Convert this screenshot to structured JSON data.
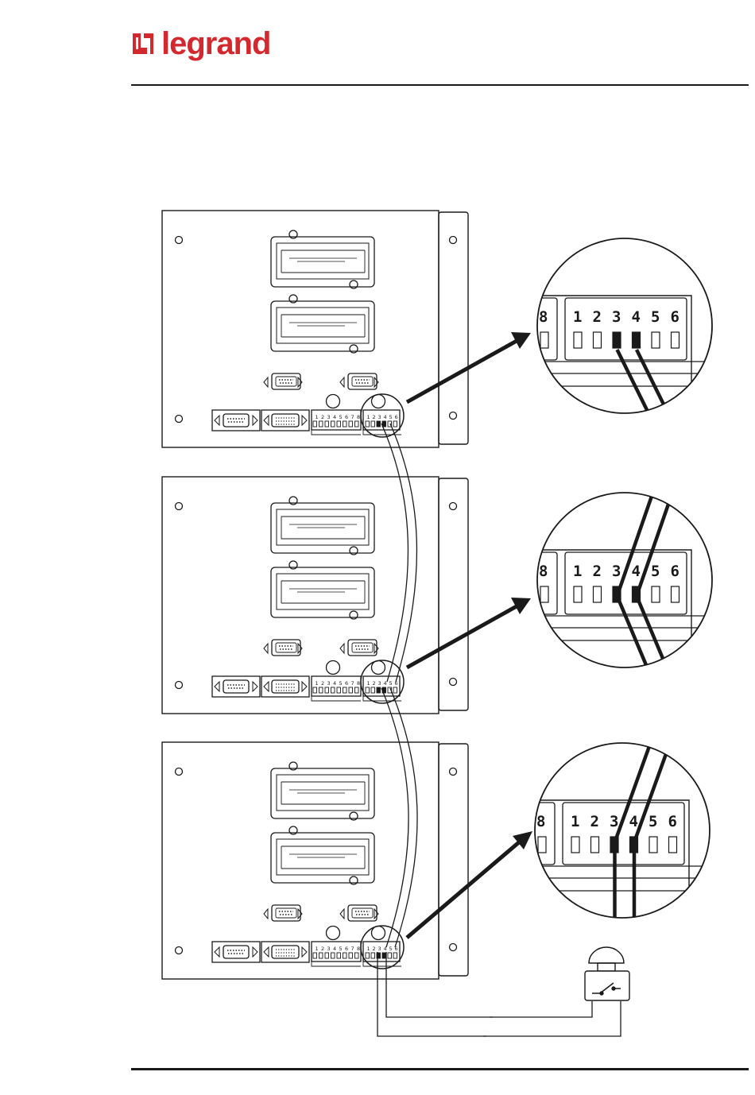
{
  "header": {
    "brand": "legrand"
  },
  "terminals": {
    "left_block": [
      "1",
      "2",
      "3",
      "4",
      "5",
      "6",
      "7",
      "8"
    ],
    "right_block": [
      "1",
      "2",
      "3",
      "4",
      "5",
      "6"
    ]
  },
  "zoom": {
    "left_label": "8",
    "right_labels": [
      "1",
      "2",
      "3",
      "4",
      "5",
      "6"
    ]
  },
  "colors": {
    "brand": "#d4282f",
    "line": "#1a1a1a"
  },
  "devices": [
    {
      "name": "unit-top"
    },
    {
      "name": "unit-middle"
    },
    {
      "name": "unit-bottom"
    }
  ],
  "icons": [
    "legrand-logo-icon",
    "push-button-switch-icon"
  ]
}
